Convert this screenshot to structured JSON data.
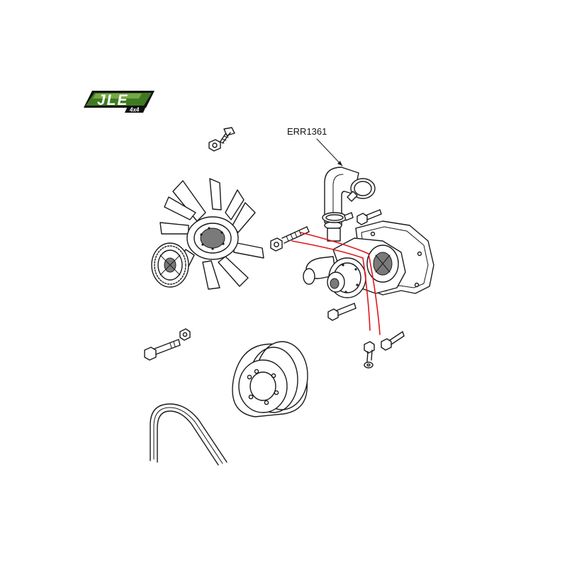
{
  "logo": {
    "text": "JLE",
    "subtext": "4x4",
    "colors": {
      "green_dark": "#1f4a12",
      "green_light": "#6fa33f",
      "frame": "#111111"
    }
  },
  "callouts": [
    {
      "part_number": "ERR1361"
    }
  ],
  "colors": {
    "line": "#1a1a1a",
    "highlight": "#e0161b",
    "background": "#ffffff"
  }
}
